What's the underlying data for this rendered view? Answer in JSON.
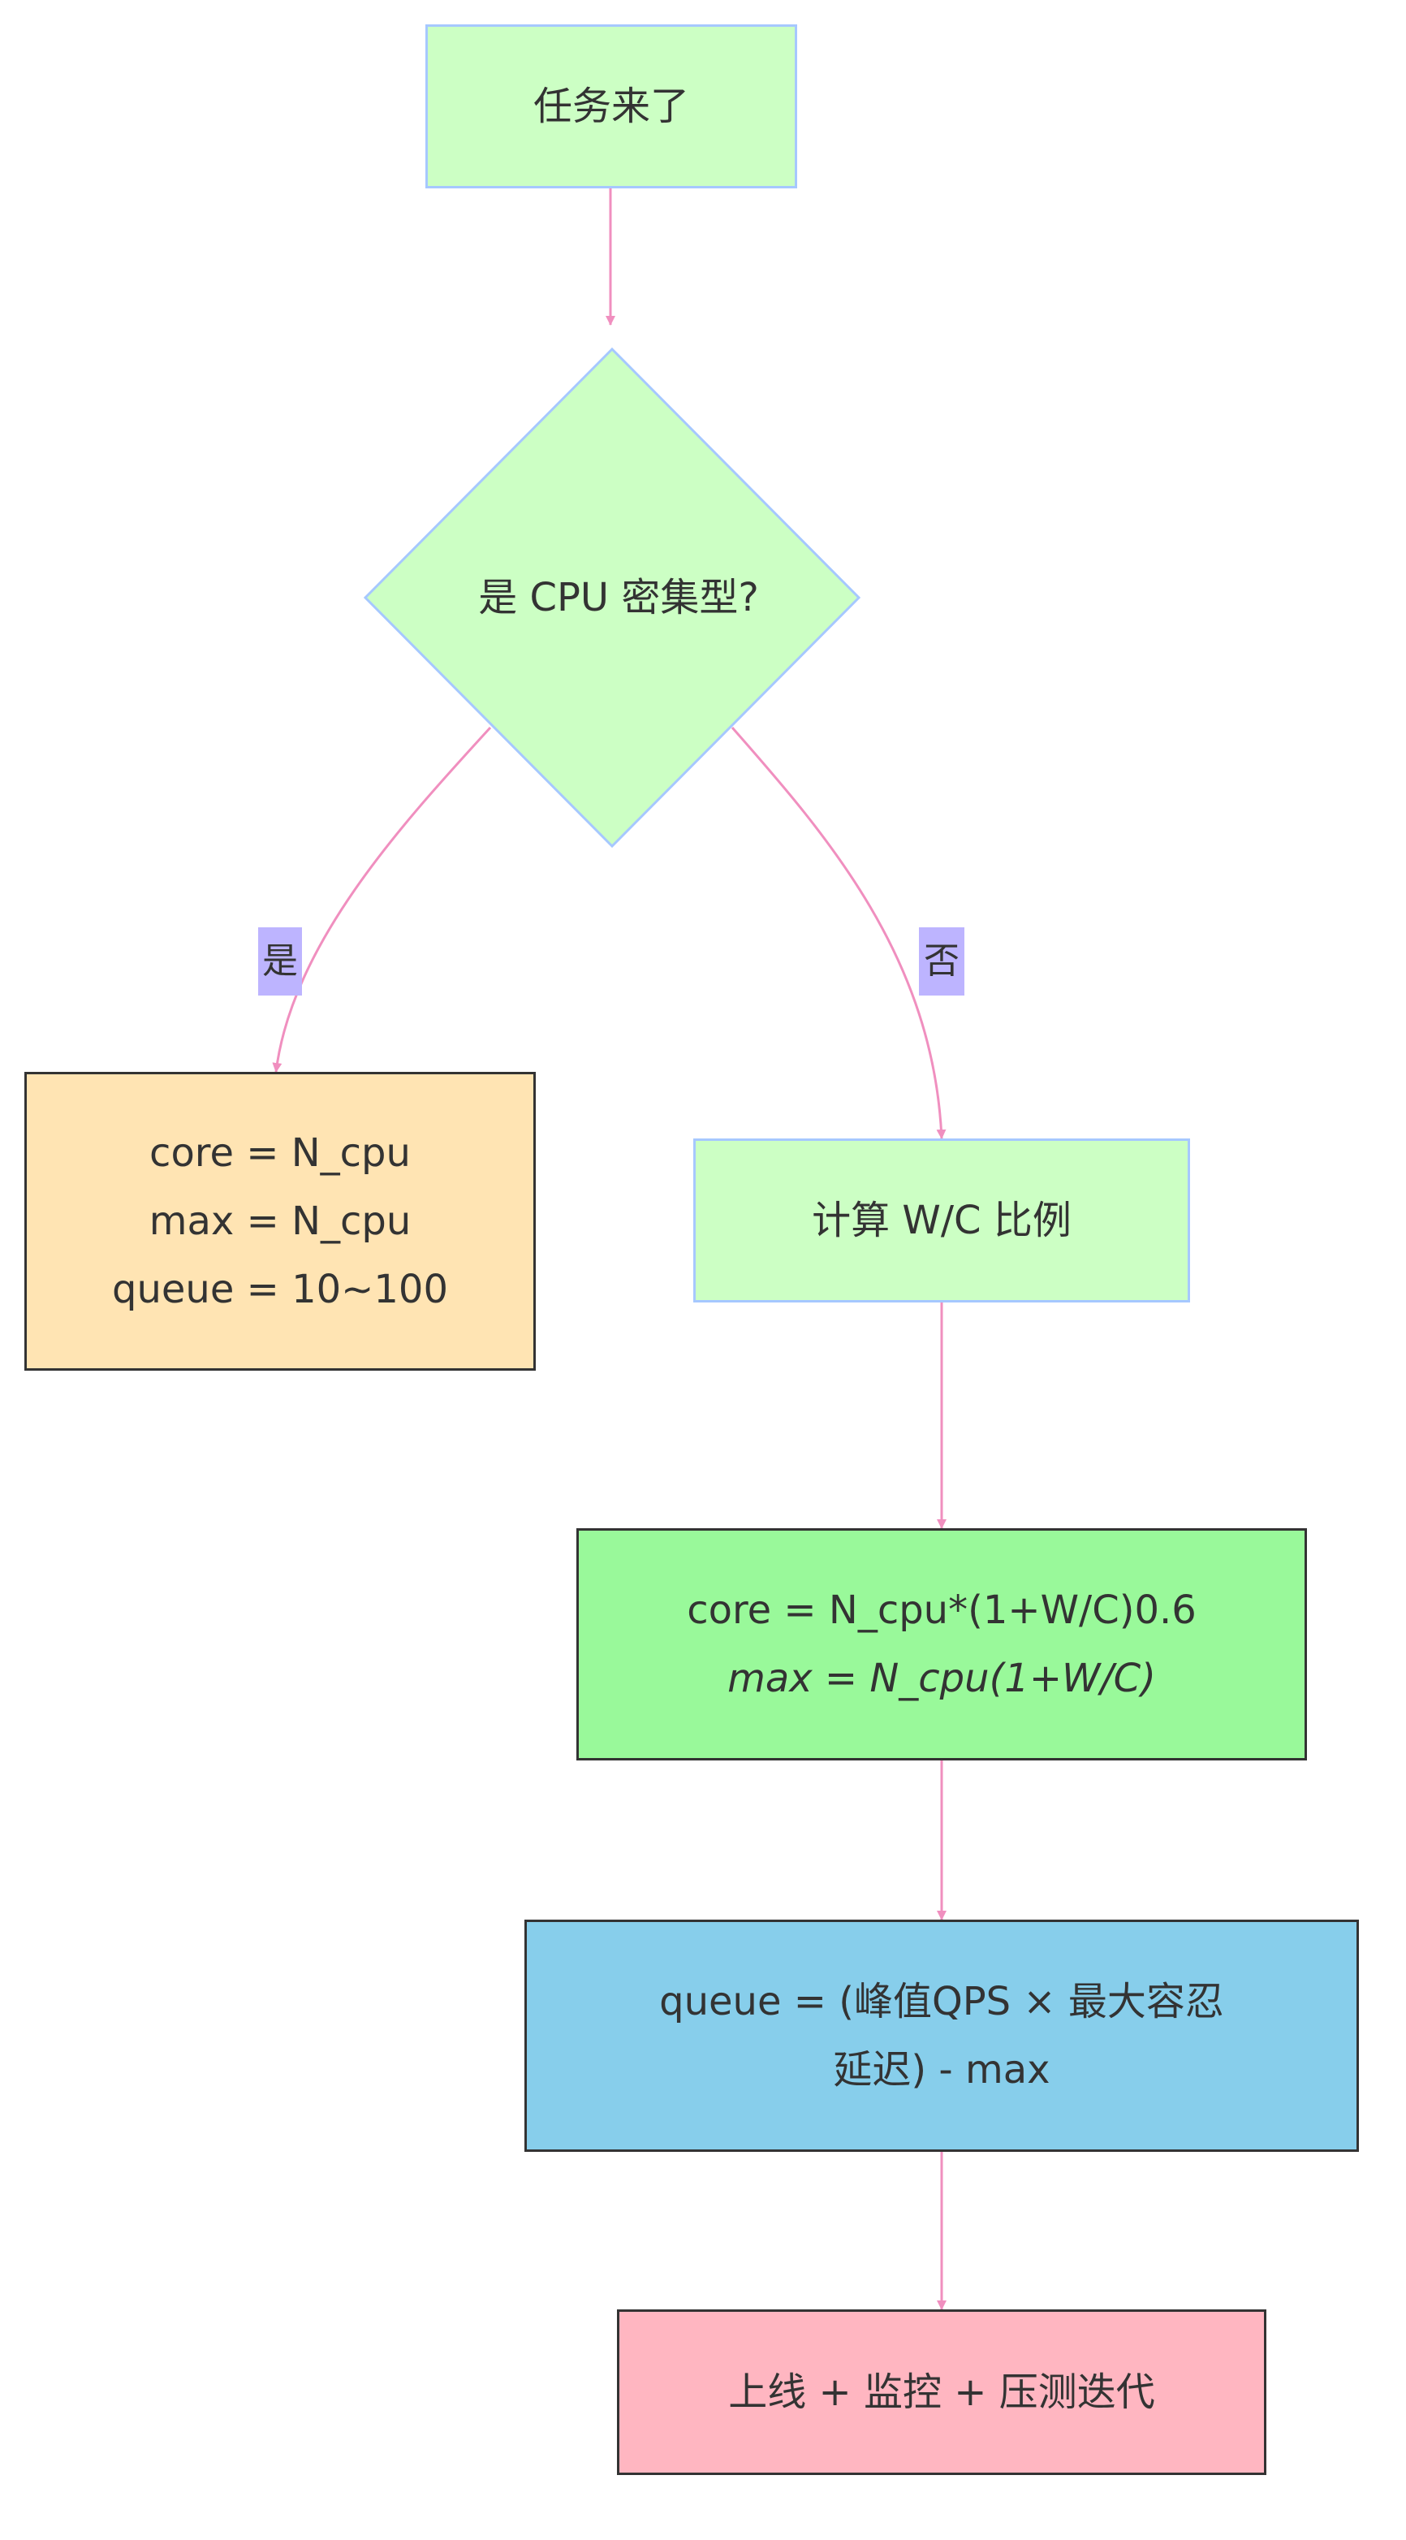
{
  "nodes": {
    "start": {
      "label": "任务来了"
    },
    "decision": {
      "label": "是 CPU 密集型?"
    },
    "cpu_config": {
      "lines": [
        "core = N_cpu",
        "max = N_cpu",
        "queue = 10~100"
      ]
    },
    "calc_ratio": {
      "label": "计算 W/C 比例"
    },
    "io_config": {
      "lines": [
        "core = N_cpu*(1+W/C)0.6",
        "max = N_cpu(1+W/C)"
      ]
    },
    "queue_config": {
      "lines": [
        "queue = (峰值QPS × 最大容忍",
        "延迟) - max"
      ]
    },
    "deploy": {
      "label": "上线 + 监控 + 压测迭代"
    }
  },
  "edges": {
    "yes_label": "是",
    "no_label": "否"
  },
  "colors": {
    "edge": "#f08fbf",
    "green_fill": "#ccffc4",
    "node_stroke_light": "#a6c8ff",
    "orange_fill": "#ffe4b3",
    "bright_green_fill": "#99f99a",
    "blue_fill": "#87ceeb",
    "pink_fill": "#ffb6c1",
    "edge_label_bg": "#bdb4ff"
  }
}
